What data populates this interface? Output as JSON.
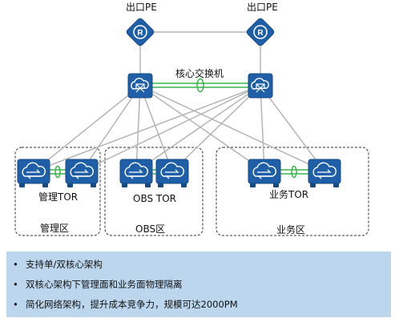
{
  "colors": {
    "device_fill": "#1f5fa8",
    "device_stroke": "#164a86",
    "link_gray": "#b5b5b5",
    "link_green": "#3cb34a",
    "note_bg": "#bcd6ee"
  },
  "nodes": {
    "pe_left": {
      "label": "出口PE",
      "icon": "router-icon"
    },
    "pe_right": {
      "label": "出口PE",
      "icon": "router-icon"
    },
    "core_left": {
      "icon": "core-switch-icon"
    },
    "core_right": {
      "icon": "core-switch-icon"
    },
    "core_label": "核心交换机",
    "mgmt_tor": {
      "label": "管理TOR",
      "icon": "tor-switch-icon"
    },
    "obs_tor": {
      "label": "OBS TOR",
      "icon": "tor-switch-icon"
    },
    "biz_tor": {
      "label": "业务TOR",
      "icon": "tor-switch-icon"
    }
  },
  "zones": {
    "mgmt": "管理区",
    "obs": "OBS区",
    "biz": "业务区"
  },
  "notes": {
    "bullet": "•",
    "items": [
      "支持单/双核心架构",
      "双核心架构下管理面和业务面物理隔离",
      "简化网络架构，提升成本竞争力，规模可达2000PM"
    ]
  }
}
